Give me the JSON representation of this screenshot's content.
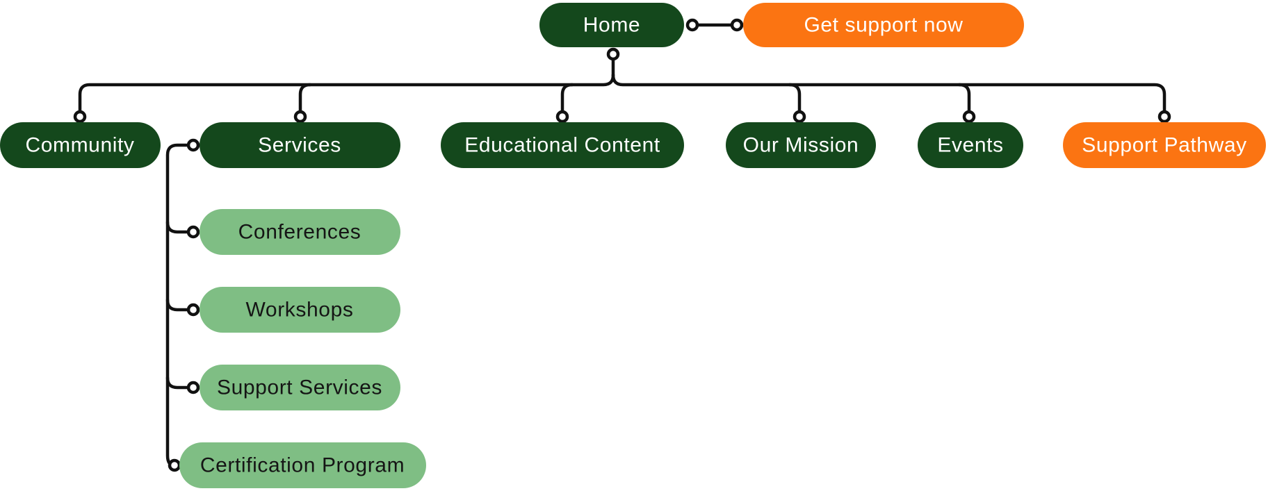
{
  "diagram": {
    "type": "sitemap",
    "colors": {
      "node_dark_green": "#14481c",
      "node_orange": "#fb7412",
      "node_light_green": "#7fbe84",
      "connector_line": "#111111",
      "connector_dot_fill": "#ffffff",
      "text_on_dark": "#ffffff",
      "text_on_light": "#151515",
      "background": "#ffffff"
    },
    "nodes": {
      "home": {
        "label": "Home",
        "level": 0,
        "variant": "dark-green"
      },
      "get_support_now": {
        "label": "Get support now",
        "level": 0,
        "variant": "orange"
      },
      "community": {
        "label": "Community",
        "level": 1,
        "variant": "dark-green"
      },
      "services": {
        "label": "Services",
        "level": 1,
        "variant": "dark-green"
      },
      "educational_content": {
        "label": "Educational Content",
        "level": 1,
        "variant": "dark-green"
      },
      "our_mission": {
        "label": "Our Mission",
        "level": 1,
        "variant": "dark-green"
      },
      "events": {
        "label": "Events",
        "level": 1,
        "variant": "dark-green"
      },
      "support_pathway": {
        "label": "Support Pathway",
        "level": 1,
        "variant": "orange"
      },
      "conferences": {
        "label": "Conferences",
        "level": 2,
        "variant": "light-green"
      },
      "workshops": {
        "label": "Workshops",
        "level": 2,
        "variant": "light-green"
      },
      "support_services": {
        "label": "Support Services",
        "level": 2,
        "variant": "light-green"
      },
      "certification_program": {
        "label": "Certification Program",
        "level": 2,
        "variant": "light-green"
      }
    },
    "edges": [
      {
        "from": "home",
        "to": "get_support_now",
        "kind": "lateral-link"
      },
      {
        "from": "home",
        "to": "community",
        "kind": "hierarchy"
      },
      {
        "from": "home",
        "to": "services",
        "kind": "hierarchy"
      },
      {
        "from": "home",
        "to": "educational_content",
        "kind": "hierarchy"
      },
      {
        "from": "home",
        "to": "our_mission",
        "kind": "hierarchy"
      },
      {
        "from": "home",
        "to": "events",
        "kind": "hierarchy"
      },
      {
        "from": "home",
        "to": "support_pathway",
        "kind": "hierarchy"
      },
      {
        "from": "services",
        "to": "conferences",
        "kind": "hierarchy"
      },
      {
        "from": "services",
        "to": "workshops",
        "kind": "hierarchy"
      },
      {
        "from": "services",
        "to": "support_services",
        "kind": "hierarchy"
      },
      {
        "from": "services",
        "to": "certification_program",
        "kind": "hierarchy"
      }
    ]
  }
}
